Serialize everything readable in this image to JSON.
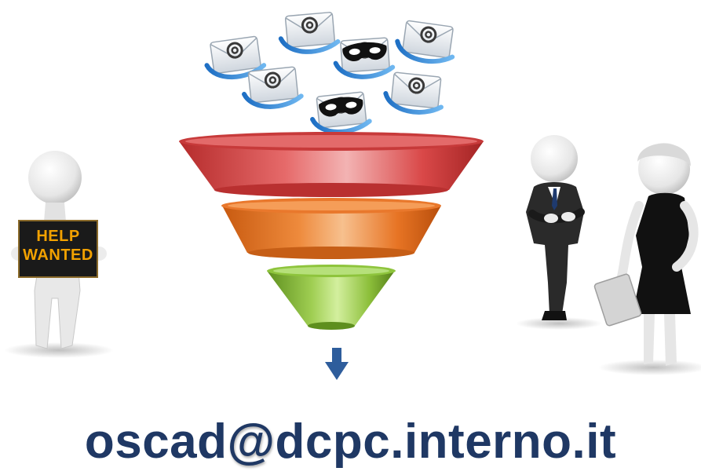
{
  "sign": {
    "line1": "HELP",
    "line2": "WANTED"
  },
  "email": {
    "user": "oscad",
    "at": "@",
    "domain": "dcpc.interno.it"
  },
  "colors": {
    "funnel_top": "#d94a4a",
    "funnel_mid": "#e8741f",
    "funnel_bottom": "#8cbf3a",
    "arrow": "#2e5d9c",
    "email_text": "#1f3864",
    "sign_bg": "#1a1a1a",
    "sign_text": "#f2a100"
  },
  "icons": [
    "email-icon",
    "masked-email-icon",
    "funnel",
    "down-arrow-icon",
    "help-wanted-person",
    "business-man",
    "business-woman"
  ]
}
